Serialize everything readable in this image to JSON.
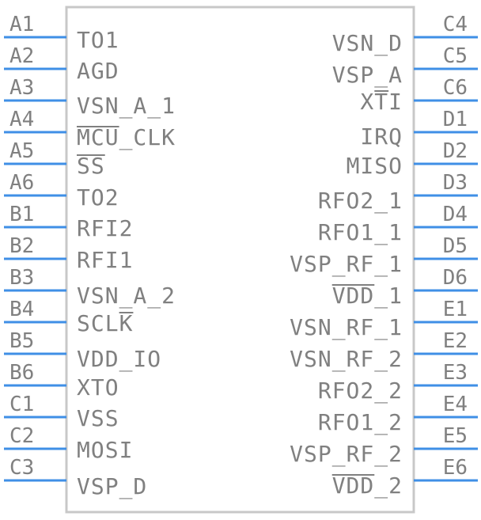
{
  "colors": {
    "pin": "#3f8fe6",
    "body_stroke": "#c8c8c8",
    "text": "#808080"
  },
  "left_pins": [
    {
      "pin": "A1",
      "name": "TO1"
    },
    {
      "pin": "A2",
      "name": "AGD"
    },
    {
      "pin": "A3",
      "name": "VSN_A_1"
    },
    {
      "pin": "A4",
      "name": "MCU_CLK"
    },
    {
      "pin": "A5",
      "name": "SS"
    },
    {
      "pin": "A6",
      "name": "TO2"
    },
    {
      "pin": "B1",
      "name": "RFI2"
    },
    {
      "pin": "B2",
      "name": "RFI1"
    },
    {
      "pin": "B3",
      "name": "VSN_A_2"
    },
    {
      "pin": "B4",
      "name": "SCLK"
    },
    {
      "pin": "B5",
      "name": "VDD_IO"
    },
    {
      "pin": "B6",
      "name": "XTO"
    },
    {
      "pin": "C1",
      "name": "VSS"
    },
    {
      "pin": "C2",
      "name": "MOSI"
    },
    {
      "pin": "C3",
      "name": "VSP_D"
    }
  ],
  "right_pins": [
    {
      "pin": "C4",
      "name": "VSN_D"
    },
    {
      "pin": "C5",
      "name": "VSP_A"
    },
    {
      "pin": "C6",
      "name": "XTI"
    },
    {
      "pin": "D1",
      "name": "IRQ"
    },
    {
      "pin": "D2",
      "name": "MISO"
    },
    {
      "pin": "D3",
      "name": "RFO2_1"
    },
    {
      "pin": "D4",
      "name": "RFO1_1"
    },
    {
      "pin": "D5",
      "name": "VSP_RF_1"
    },
    {
      "pin": "D6",
      "name": "VDD_1"
    },
    {
      "pin": "E1",
      "name": "VSN_RF_1"
    },
    {
      "pin": "E2",
      "name": "VSN_RF_2"
    },
    {
      "pin": "E3",
      "name": "RFO2_2"
    },
    {
      "pin": "E4",
      "name": "RFO1_2"
    },
    {
      "pin": "E5",
      "name": "VSP_RF_2"
    },
    {
      "pin": "E6",
      "name": "VDD_2"
    }
  ]
}
